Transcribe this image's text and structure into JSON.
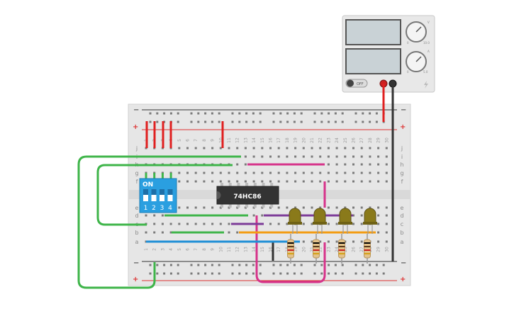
{
  "breadboard": {
    "row_letters_top": [
      "j",
      "i",
      "h",
      "g",
      "f"
    ],
    "row_letters_bottom": [
      "e",
      "d",
      "c",
      "b",
      "a"
    ],
    "column_numbers": [
      "1",
      "2",
      "3",
      "4",
      "5",
      "6",
      "7",
      "8",
      "9",
      "10",
      "11",
      "12",
      "13",
      "14",
      "15",
      "16",
      "17",
      "18",
      "19",
      "20",
      "21",
      "22",
      "23",
      "24",
      "25",
      "26",
      "27",
      "28",
      "29",
      "30"
    ],
    "rail_plus": "+",
    "rail_minus": "−"
  },
  "dip_switch": {
    "on_label": "ON",
    "numbers": [
      "1",
      "2",
      "3",
      "4"
    ]
  },
  "ic": {
    "label": "74HC86"
  },
  "power_supply": {
    "off_label": "OFF",
    "knob_scale_labels": [
      "0",
      "10.0",
      "0",
      "5.0"
    ],
    "knob_tags": [
      "V",
      "A"
    ]
  },
  "colors": {
    "red_wire": "#e02020",
    "green_wire": "#3fb54a",
    "pink_wire": "#d6338a",
    "purple_wire": "#7d3c98",
    "orange_wire": "#f39c12",
    "blue_wire": "#1f8fd6",
    "black_wire": "#333333",
    "led": "#8a7a1a",
    "dip_switch": "#2a9fe0",
    "ic_body": "#333333"
  }
}
